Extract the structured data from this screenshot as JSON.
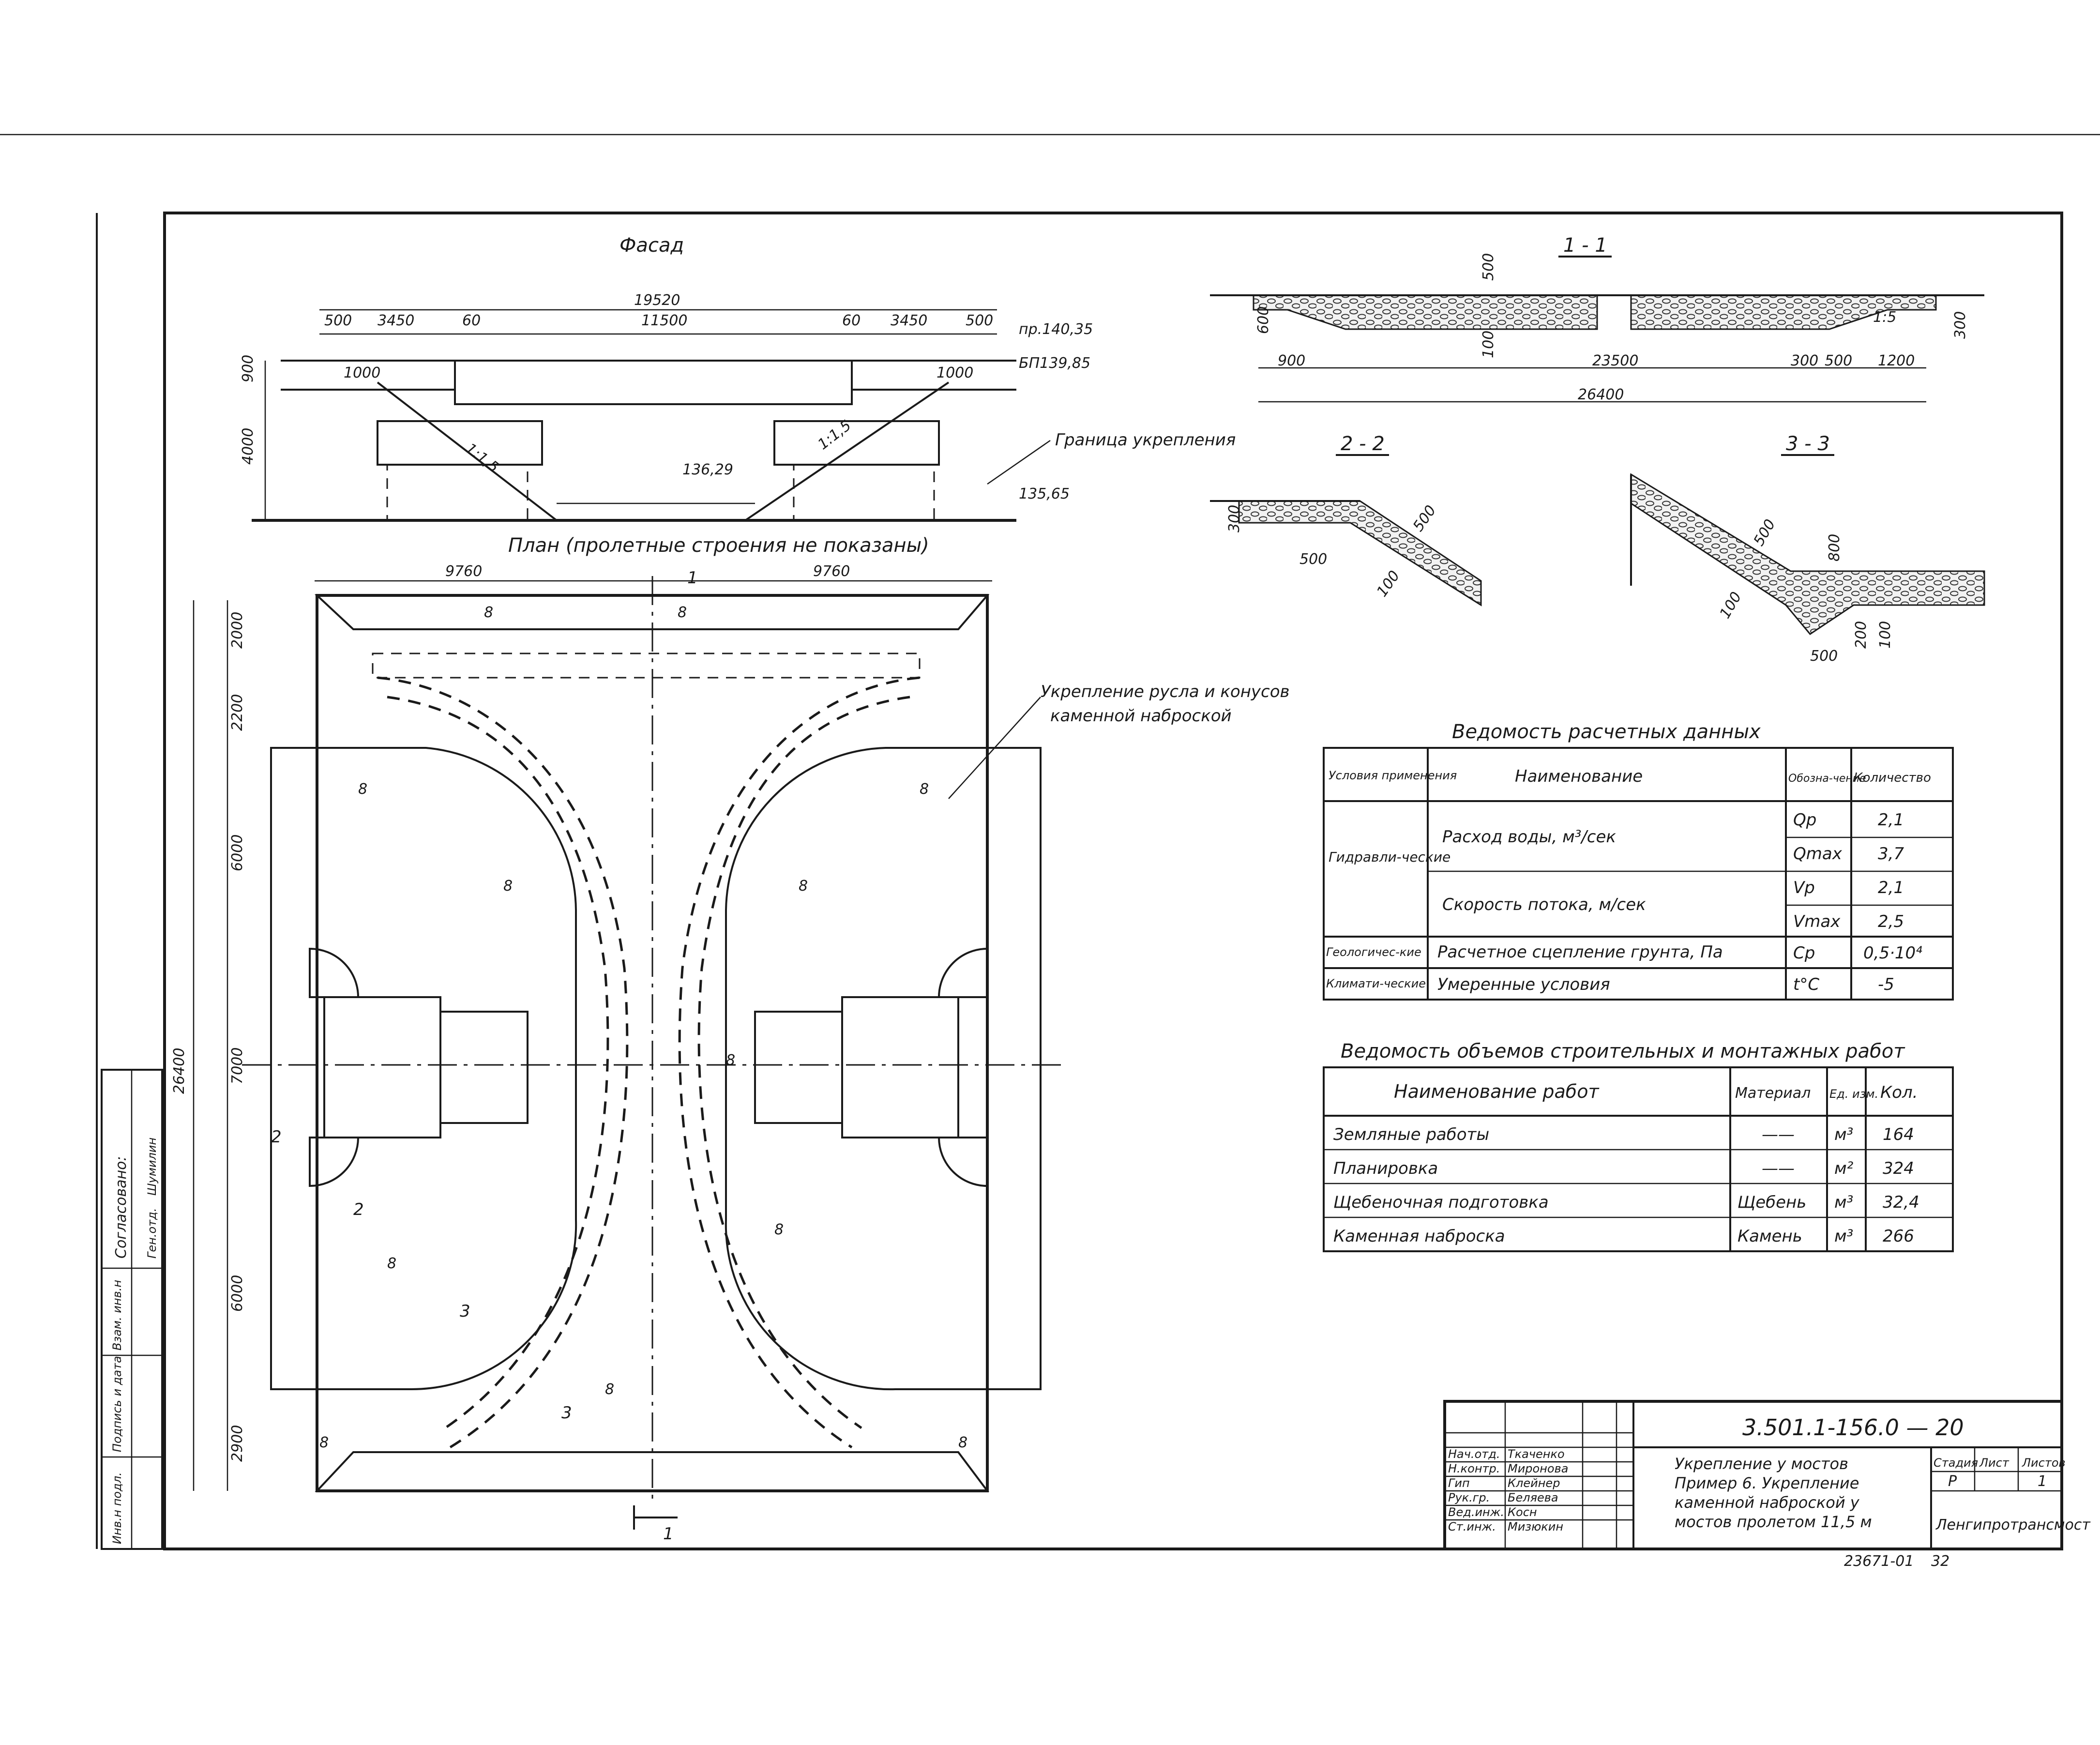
{
  "facade": {
    "title": "Фасад",
    "dims_top": [
      "19520",
      "500",
      "3450",
      "60",
      "11500",
      "60",
      "3450",
      "500"
    ],
    "dims_side": [
      "900",
      "4000"
    ],
    "marks": [
      "пр.140,35",
      "БП139,85",
      "136,29",
      "135,65"
    ],
    "slopes": [
      "1:1,5",
      "1:1,5"
    ],
    "corner_dims": [
      "1000",
      "1000"
    ],
    "boundary_label": "Граница укрепления"
  },
  "section_1": {
    "title": "1 - 1",
    "dims": [
      "500",
      "600",
      "100",
      "900",
      "23500",
      "26400",
      "300",
      "500",
      "1200",
      "300"
    ],
    "slope": "1:5"
  },
  "section_2": {
    "title": "2 - 2",
    "dims": [
      "300",
      "500",
      "500",
      "100"
    ]
  },
  "section_3": {
    "title": "3 - 3",
    "dims": [
      "500",
      "800",
      "100",
      "500",
      "200",
      "100"
    ]
  },
  "plan": {
    "title": "План (пролетные строения не показаны)",
    "dims_top": [
      "9760",
      "9760"
    ],
    "dims_left": [
      "2000",
      "2200",
      "6000",
      "7000",
      "6000",
      "2900"
    ],
    "dim_total": "26400",
    "note_line1": "Укрепление русла и конусов",
    "note_line2": "каменной наброской",
    "zone_mark": "8",
    "cut_labels": [
      "1",
      "2",
      "3"
    ]
  },
  "design_table": {
    "title": "Ведомость расчетных данных",
    "headers": [
      "Условия применения",
      "Наименование",
      "Обозна-чение",
      "Количество"
    ],
    "groups": [
      {
        "condition": "Гидравли-ческие",
        "name": "Расход воды, м³/сек",
        "rows": [
          [
            "Qр",
            "2,1"
          ],
          [
            "Qmax",
            "3,7"
          ]
        ]
      },
      {
        "condition": "",
        "name": "Скорость потока, м/сек",
        "rows": [
          [
            "Vр",
            "2,1"
          ],
          [
            "Vmax",
            "2,5"
          ]
        ]
      },
      {
        "condition": "Геологичес-кие",
        "name": "Расчетное сцепление грунта, Па",
        "rows": [
          [
            "Cр",
            "0,5·10⁴"
          ]
        ]
      },
      {
        "condition": "Климати-ческие",
        "name": "Умеренные условия",
        "rows": [
          [
            "t°C",
            "-5"
          ]
        ]
      }
    ]
  },
  "volumes_table": {
    "title": "Ведомость объемов строительных и монтажных работ",
    "headers": [
      "Наименование работ",
      "Материал",
      "Ед. изм.",
      "Кол."
    ],
    "rows": [
      [
        "Земляные работы",
        "——",
        "м³",
        "164"
      ],
      [
        "Планировка",
        "——",
        "м²",
        "324"
      ],
      [
        "Щебеночная подготовка",
        "Щебень",
        "м³",
        "32,4"
      ],
      [
        "Каменная наброска",
        "Камень",
        "м³",
        "266"
      ]
    ]
  },
  "stamp": {
    "code": "3.501.1-156.0 — 20",
    "roles": [
      "Нач.отд.",
      "Н.контр.",
      "Гип",
      "Рук.гр.",
      "Вед.инж.",
      "Ст.инж."
    ],
    "names": [
      "Ткаченко",
      "Миронова",
      "Клейнер",
      "Беляева",
      "Косн",
      "Мизюкин"
    ],
    "title_lines": [
      "Укрепление у мостов",
      "Пример 6. Укрепление",
      "каменной наброской у",
      "мостов пролетом 11,5 м"
    ],
    "stage_header": "Стадия",
    "sheet_header": "Лист",
    "sheets_header": "Листов",
    "stage": "Р",
    "sheets_total": "1",
    "org": "Ленгипротрансмост",
    "bottom_left": "23671-01",
    "bottom_right": "32"
  },
  "side_stamp": {
    "approved": "Согласовано:",
    "rows": [
      "Инв.н подл.",
      "Подпись и дата",
      "Взам. инв.н"
    ],
    "names": [
      "Ген.отд.",
      "Шумилин"
    ]
  }
}
